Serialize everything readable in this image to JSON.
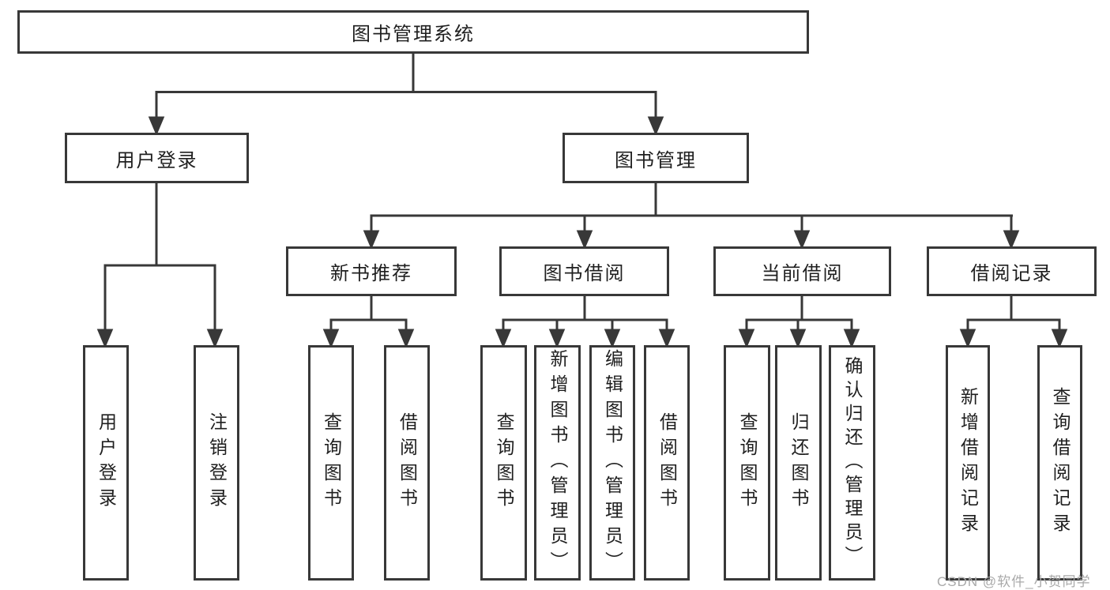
{
  "diagram": {
    "root": "图书管理系统",
    "branches": [
      {
        "label": "用户登录",
        "children": [
          "用户登录",
          "注销登录"
        ]
      },
      {
        "label": "图书管理",
        "sections": [
          {
            "label": "新书推荐",
            "children": [
              "查询图书",
              "借阅图书"
            ]
          },
          {
            "label": "图书借阅",
            "children": [
              "查询图书",
              "新增图书（管理员）",
              "编辑图书（管理员）",
              "借阅图书"
            ]
          },
          {
            "label": "当前借阅",
            "children": [
              "查询图书",
              "归还图书",
              "确认归还（管理员）"
            ]
          },
          {
            "label": "借阅记录",
            "children": [
              "新增借阅记录",
              "查询借阅记录"
            ]
          }
        ]
      }
    ]
  },
  "watermark": "CSDN @软件_小贺同学",
  "colors": {
    "line": "#383838",
    "box_border": "#383838",
    "text": "#1f1f1f",
    "watermark": "#a9a9a9",
    "background": "#ffffff"
  }
}
